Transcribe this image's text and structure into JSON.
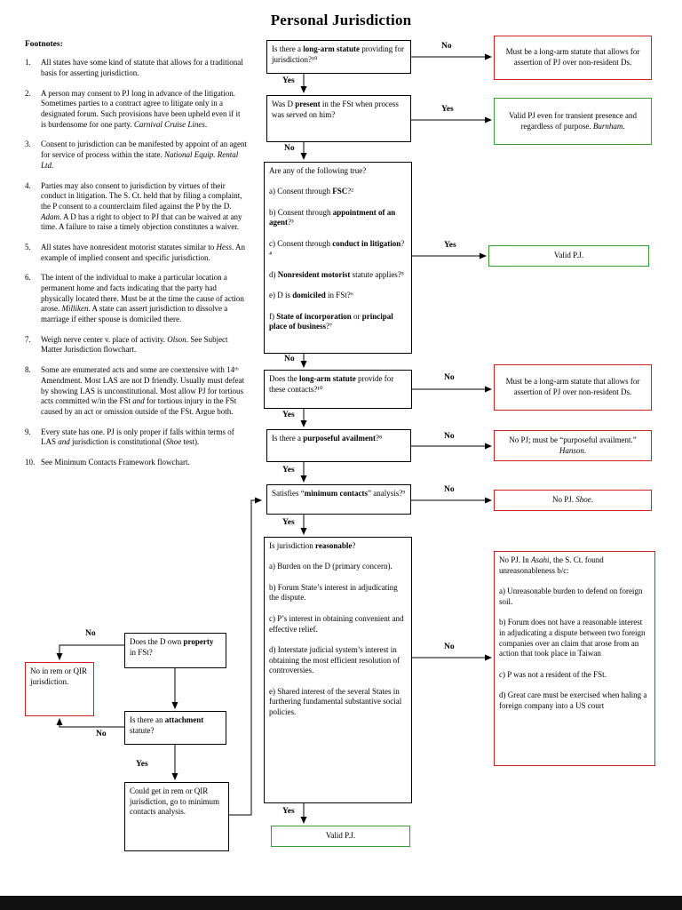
{
  "title": "Personal Jurisdiction",
  "labels": {
    "yes": "Yes",
    "no": "No"
  },
  "colors": {
    "red": "#cc2222",
    "green": "#33a02c"
  },
  "footnotes": {
    "heading": "Footnotes:",
    "items": [
      {
        "num": "1.",
        "text": "All states have some kind of statute that allows for a traditional basis for asserting jurisdiction."
      },
      {
        "num": "2.",
        "text": "A person may consent to PJ long in advance of the litigation. Sometimes parties to a contract agree to litigate only in a designated forum. Such provisions have been upheld even if it is burdensome for one party.  *Carnival Cruise Lines*."
      },
      {
        "num": "3.",
        "text": "Consent to jurisdiction can be manifested by appoint of an agent for service of process within the state.  *National Equip. Rental Ltd*."
      },
      {
        "num": "4.",
        "text": "Parties may also consent to jurisdiction by virtues of their conduct in litigation.  The S. Ct. held that by filing a complaint, the P consent to a counterclaim filed against the P by the D.  *Adam*. A D has a right to object to PJ that can be waived at any time. A failure to raise a timely objection constitutes a waiver."
      },
      {
        "num": "5.",
        "text": "All states have nonresident motorist statutes similar to *Hess*.  An example of implied consent and specific jurisdiction."
      },
      {
        "num": "6.",
        "text": "The intent of the individual to make a particular location a permanent home and facts indicating that the party had physically located there. Must be at the time the cause of action arose. *Milliken*.  A state can assert jurisdiction to dissolve a marriage if either spouse is domiciled there."
      },
      {
        "num": "7.",
        "text": "Weigh nerve center v. place of activity.  *Olson*. See Subject Matter Jurisdiction flowchart."
      },
      {
        "num": "8.",
        "text": "Some are enumerated acts and some are coextensive with 14ᵗʰ Amendment. Most LAS are not D friendly.  Usually must defeat by showing LAS is unconstitutional.  Most allow PJ for tortious acts committed w/in the FSt *and* for tortious injury in the FSt caused by an act or omission outside of the FSt.  Argue both."
      },
      {
        "num": "9.",
        "text": "Every state has one.  PJ is only proper if falls within terms of LAS *and* jurisdiction is constitutional (*Shoe* test)."
      },
      {
        "num": "10.",
        "text": "See Minimum Contacts Framework flowchart."
      }
    ]
  },
  "flow": {
    "q_las": "Is there a **long-arm statute** providing for jurisdiction?¹⁰",
    "out_las_no": "Must be a long-arm statute that allows for assertion of PJ over non-resident Ds.",
    "q_present": "Was D **present** in the FSt when process was served on him?",
    "out_present_yes": "Valid PJ even for transient presence and regardless of purpose.  *Burnham*.",
    "q_traditional": "Are any of the following true?\n\na) Consent through **FSC**?²\n\nb) Consent through **appointment of an agent**?³\n\nc) Consent through **conduct in litigation**?⁴\n\nd) **Nonresident motorist** statute applies?⁵\n\ne) D is **domiciled** in FSt?⁶\n\nf) **State of incorporation** or **principal place of business**?⁷",
    "out_valid_pj": "Valid P.J.",
    "q_las_contacts": "Does the **long-arm statute** provide for these contacts?¹⁰",
    "out_las_contacts_no": "Must be a long-arm statute that allows for assertion of PJ over non-resident Ds.",
    "q_purposeful": "Is there a **purposeful availment**?⁸",
    "out_purposeful_no": "No PJ; must be “purposeful availment.”  *Hanson*.",
    "q_min_contacts": "Satisfies “**minimum contacts**” analysis?⁹",
    "out_min_contacts_no": "No PJ.  *Shoe*.",
    "q_reasonable": "Is jurisdiction **reasonable**?\n\na) Burden on the D (primary concern).\n\nb) Forum State’s interest in adjudicating the dispute.\n\nc) P’s interest in obtaining convenient and effective relief.\n\nd) Interstate judicial system’s interest in obtaining the most efficient resolution of controversies.\n\ne) Shared interest of the several States in furthering fundamental substantive social policies.",
    "out_reasonable_no": "No PJ.  In *Asahi*, the S. Ct. found unreasonableness b/c:\n\na) Unreasonable burden to defend on foreign soil.\n\nb) Forum does not have a reasonable interest in adjudicating a dispute between two foreign companies over an claim that arose from an action that took place in Taiwan\n\nc) P was not a resident of the FSt.\n\nd) Great care must be exercised when haling a foreign company into a US court",
    "q_property": "Does the D own **property** in FSt?",
    "out_no_in_rem": "No in rem or QIR jurisdiction.",
    "q_attachment": "Is there an **attachment** statute?",
    "note_in_rem": "Could get in rem or QIR jurisdiction, go to minimum contacts analysis."
  }
}
